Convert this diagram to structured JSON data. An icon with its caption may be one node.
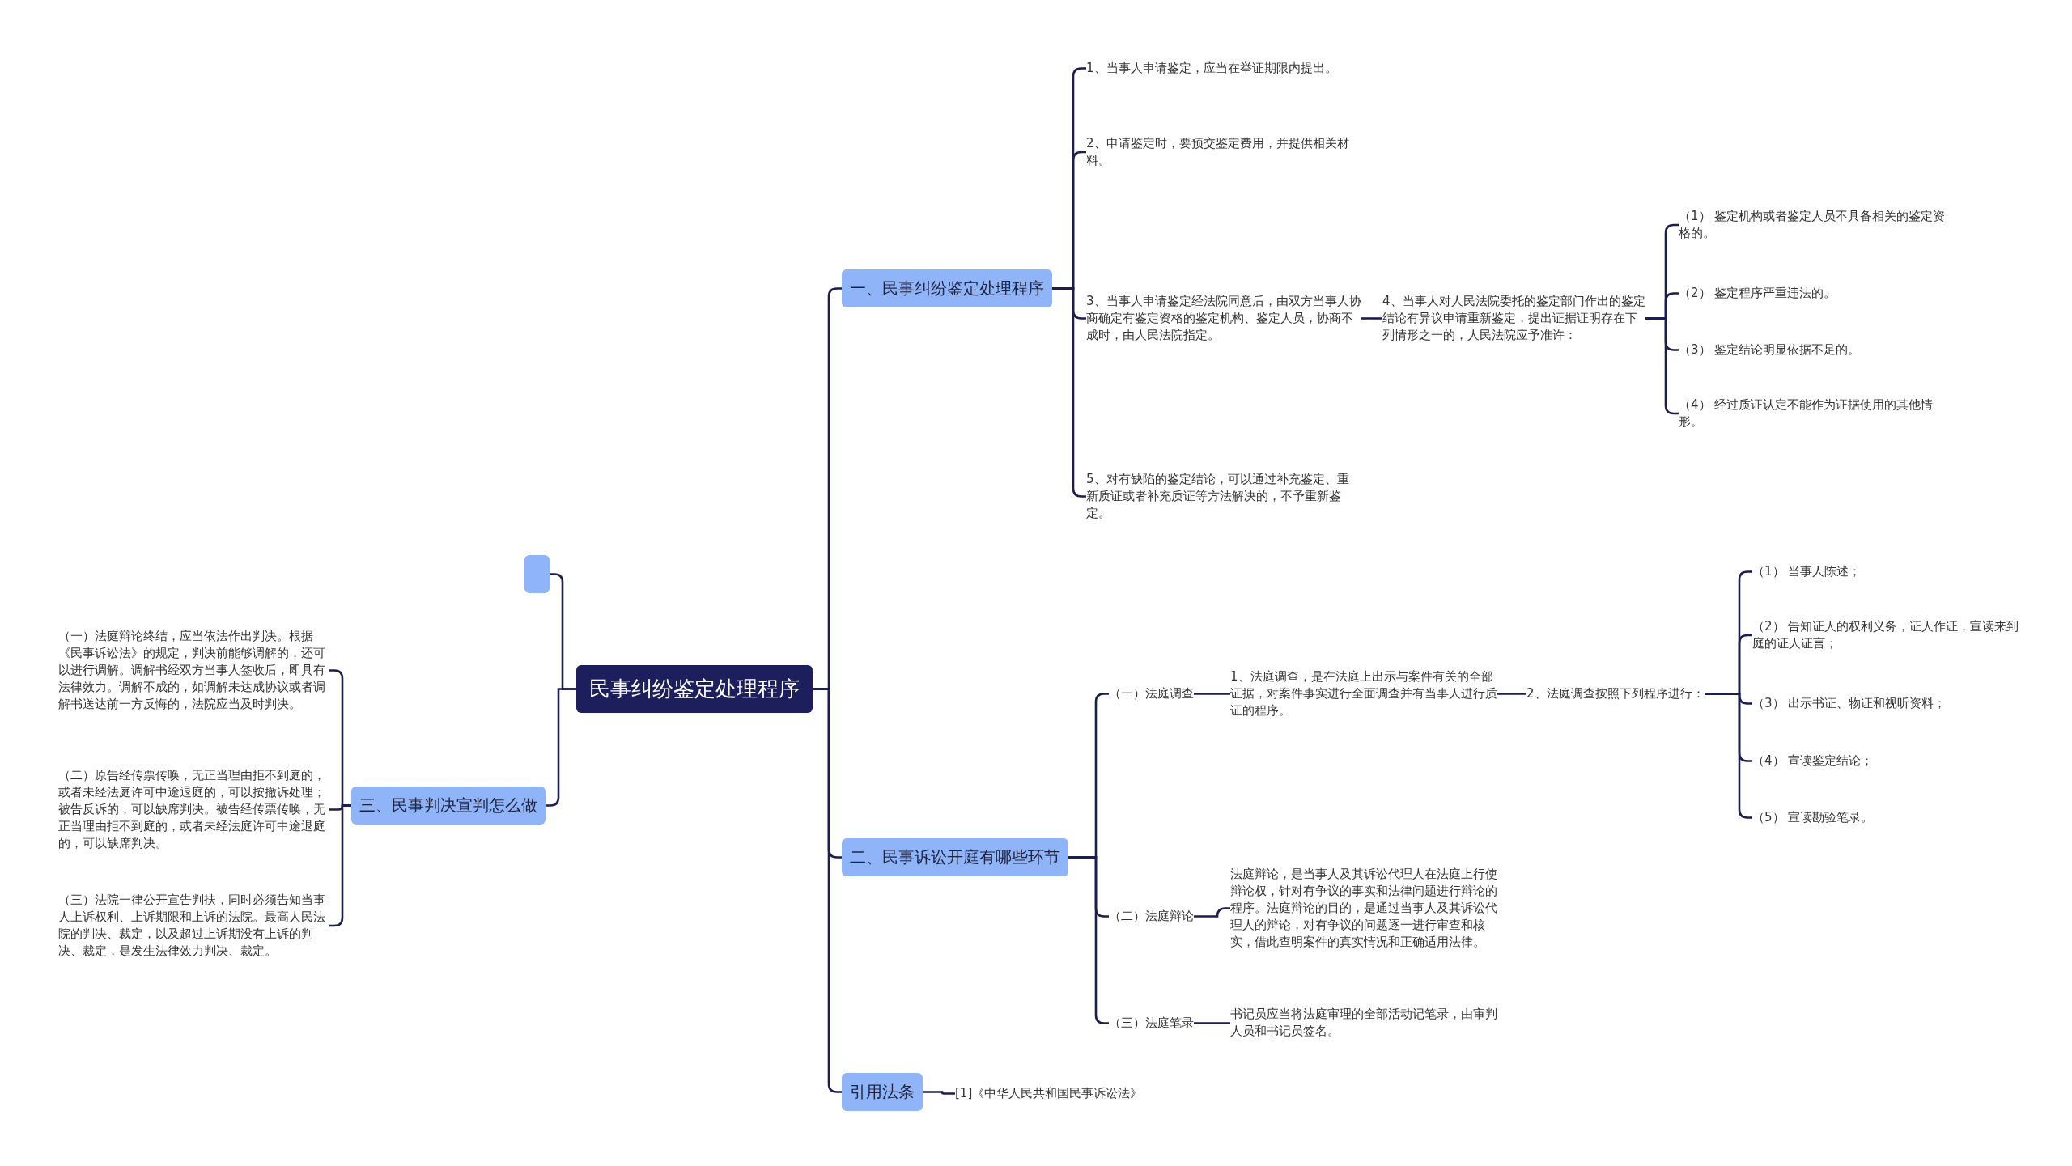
{
  "diagram": {
    "nodes": [
      {
        "text": [
          "民事纠纷鉴定处理程序"
        ]
      },
      {
        "text": [
          "一、民事纠纷鉴定处理程序"
        ]
      },
      {
        "text": [
          "1、当事人申请鉴定，应当在举证期限内提出。"
        ]
      },
      {
        "text": [
          "2、申请鉴定时，要预交鉴定费用，并提供相关材料。"
        ]
      },
      {
        "text": [
          "3、当事人申请鉴定经法院同意后，由双方当事人协商确定有鉴定资格的鉴定机构、鉴定人员，协商不成时，由人民法院指定。"
        ]
      },
      {
        "text": [
          "4、当事人对人民法院委托的鉴定部门作出的鉴定结论有异议申请重新鉴定，提出证据证明存在下列情形之一的，人民法院应予准许："
        ]
      },
      {
        "text": [
          "（1） 鉴定机构或者鉴定人员不具备相关的鉴定资格的。"
        ]
      },
      {
        "text": [
          "（2） 鉴定程序严重违法的。"
        ]
      },
      {
        "text": [
          "（3） 鉴定结论明显依据不足的。"
        ]
      },
      {
        "text": [
          "（4） 经过质证认定不能作为证据使用的其他情形。"
        ]
      },
      {
        "text": [
          "5、对有缺陷的鉴定结论，可以通过补充鉴定、重新质证或者补充质证等方法解决的，不予重新鉴定。"
        ]
      },
      {
        "text": [
          "二、民事诉讼开庭有哪些环节"
        ]
      },
      {
        "text": [
          "（一）法庭调查"
        ]
      },
      {
        "text": [
          "1、法庭调查，是在法庭上出示与案件有关的全部证据，对案件事实进行全面调查并有当事人进行质证的程序。"
        ]
      },
      {
        "text": [
          "2、法庭调查按照下列程序进行："
        ]
      },
      {
        "text": [
          "（1） 当事人陈述；"
        ]
      },
      {
        "text": [
          "（2） 告知证人的权利义务，证人作证，宣读来到庭的证人证言；"
        ]
      },
      {
        "text": [
          "（3） 出示书证、物证和视听资料；"
        ]
      },
      {
        "text": [
          "（4） 宣读鉴定结论；"
        ]
      },
      {
        "text": [
          "（5） 宣读勘验笔录。"
        ]
      },
      {
        "text": [
          "（二）法庭辩论"
        ]
      },
      {
        "text": [
          "法庭辩论，是当事人及其诉讼代理人在法庭上行使辩论权，针对有争议的事实和法律问题进行辩论的程序。法庭辩论的目的，是通过当事人及其诉讼代理人的辩论，对有争议的问题逐一进行审查和核实，借此查明案件的真实情况和正确适用法律。"
        ]
      },
      {
        "text": [
          "（三）法庭笔录"
        ]
      },
      {
        "text": [
          "书记员应当将法庭审理的全部活动记笔录，由审判人员和书记员签名。"
        ]
      },
      {
        "text": [
          "引用法条"
        ]
      },
      {
        "text": [
          "[1]《中华人民共和国民事诉讼法》"
        ]
      },
      {
        "text": [],
        "shape": "box"
      },
      {
        "text": [
          "三、民事判决宣判怎么做"
        ]
      },
      {
        "text": [
          "（一）法庭辩论终结，应当依法作出判决。根据《民事诉讼法》的规定，判决前能够调解的，还可以进行调解。调解书经双方当事人签收后，即具有法律效力。调解不成的，如调解未达成协议或者调解书送达前一方反悔的，法院应当及时判决。"
        ]
      },
      {
        "text": [
          "（二）原告经传票传唤，无正当理由拒不到庭的，或者未经法庭许可中途退庭的，可以按撤诉处理；被告反诉的，可以缺席判决。被告经传票传唤，无正当理由拒不到庭的，或者未经法庭许可中途退庭的，可以缺席判决。"
        ]
      },
      {
        "text": [
          "（三）法院一律公开宣告判扶，同时必须告知当事人上诉权利、上诉期限和上诉的法院。最高人民法院的判决、裁定，以及超过上诉期没有上诉的判决、裁定，是发生法律效力判决、裁定。"
        ]
      }
    ],
    "edges": [
      {
        "from": 0,
        "to": 1,
        "arrow": "none"
      },
      {
        "from": 1,
        "to": 2,
        "arrow": "none"
      },
      {
        "from": 1,
        "to": 3,
        "arrow": "none"
      },
      {
        "from": 1,
        "to": 4,
        "arrow": "none"
      },
      {
        "from": 4,
        "to": 5,
        "arrow": "none"
      },
      {
        "from": 5,
        "to": 6,
        "arrow": "none"
      },
      {
        "from": 5,
        "to": 7,
        "arrow": "none"
      },
      {
        "from": 5,
        "to": 8,
        "arrow": "none"
      },
      {
        "from": 5,
        "to": 9,
        "arrow": "none"
      },
      {
        "from": 1,
        "to": 10,
        "arrow": "none"
      },
      {
        "from": 0,
        "to": 11,
        "arrow": "none"
      },
      {
        "from": 11,
        "to": 12,
        "arrow": "none"
      },
      {
        "from": 12,
        "to": 13,
        "arrow": "none"
      },
      {
        "from": 13,
        "to": 14,
        "arrow": "none"
      },
      {
        "from": 14,
        "to": 15,
        "arrow": "none"
      },
      {
        "from": 14,
        "to": 16,
        "arrow": "none"
      },
      {
        "from": 14,
        "to": 17,
        "arrow": "none"
      },
      {
        "from": 14,
        "to": 18,
        "arrow": "none"
      },
      {
        "from": 14,
        "to": 19,
        "arrow": "none"
      },
      {
        "from": 11,
        "to": 20,
        "arrow": "none"
      },
      {
        "from": 20,
        "to": 21,
        "arrow": "none"
      },
      {
        "from": 11,
        "to": 22,
        "arrow": "none"
      },
      {
        "from": 22,
        "to": 23,
        "arrow": "none"
      },
      {
        "from": 0,
        "to": 24,
        "arrow": "none"
      },
      {
        "from": 24,
        "to": 25,
        "arrow": "none"
      },
      {
        "from": 0,
        "to": 26,
        "arrow": "none"
      },
      {
        "from": 0,
        "to": 27,
        "arrow": "none"
      },
      {
        "from": 27,
        "to": 28,
        "arrow": "none"
      },
      {
        "from": 27,
        "to": 29,
        "arrow": "none"
      },
      {
        "from": 27,
        "to": 30,
        "arrow": "none"
      }
    ]
  }
}
